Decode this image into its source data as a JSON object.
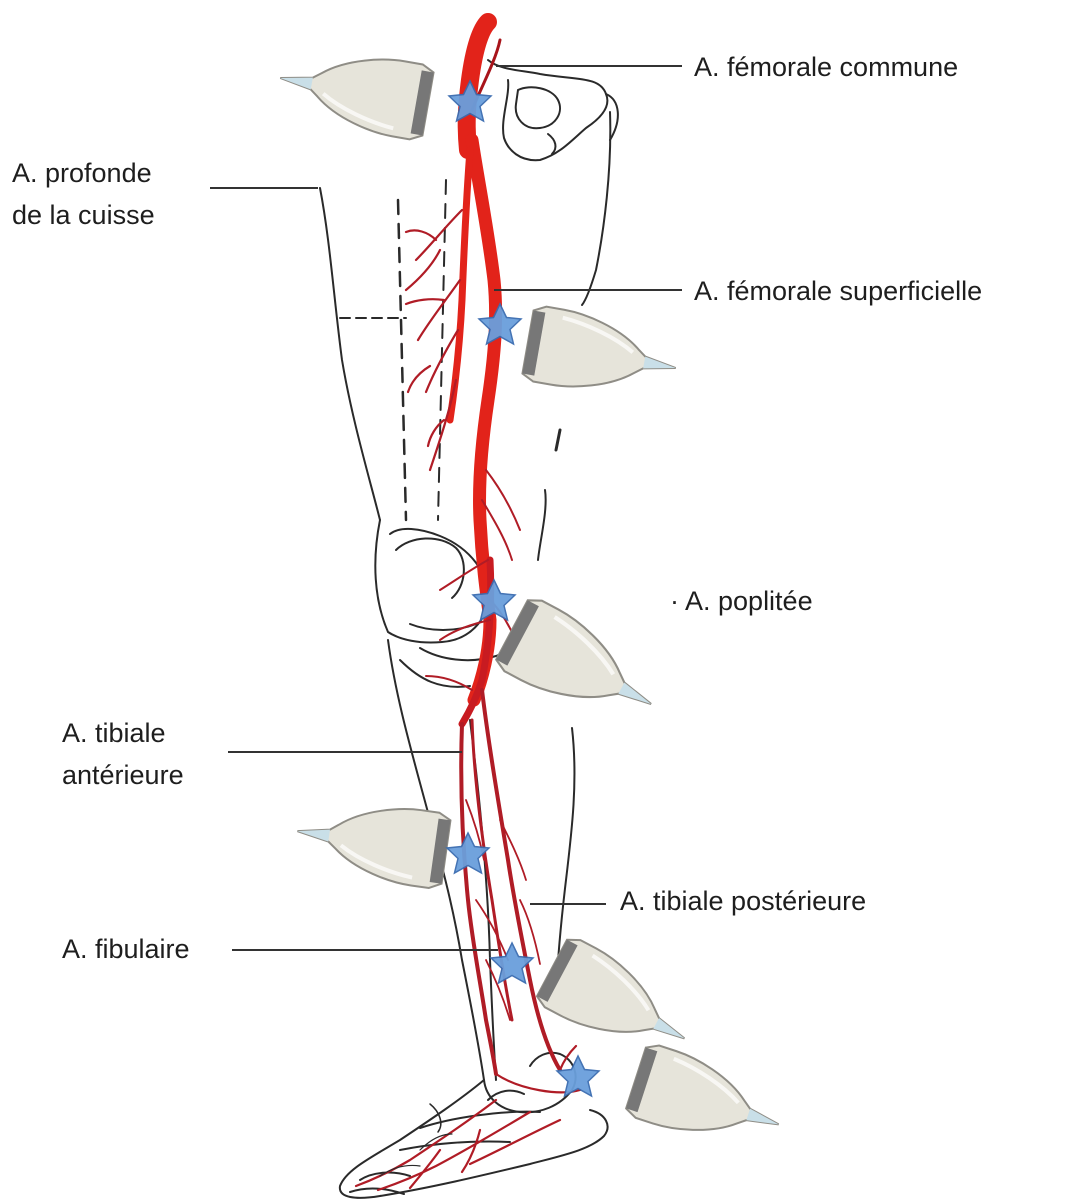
{
  "colors": {
    "artery": "#e2231a",
    "artery_dark": "#a8141a",
    "branch": "#b01c26",
    "outline": "#2a2a2a",
    "star": "#6a9fdc",
    "star_edge": "#3a6cb0",
    "probe_body": "#e6e4da",
    "probe_face": "#777777",
    "probe_cable": "#c9dfe8"
  },
  "labels": {
    "femorale_commune": "A. fémorale commune",
    "profonde_line1": "A. profonde",
    "profonde_line2": "de la cuisse",
    "femorale_superficielle": "A. fémorale superficielle",
    "poplitee": "· A. poplitée",
    "tibiale_anterieure_line1": "A. tibiale",
    "tibiale_anterieure_line2": "antérieure",
    "tibiale_posterieure": "A. tibiale postérieure",
    "fibulaire": "A. fibulaire"
  },
  "icons": {
    "probe": "ultrasound-probe-icon",
    "marker": "star-icon"
  }
}
